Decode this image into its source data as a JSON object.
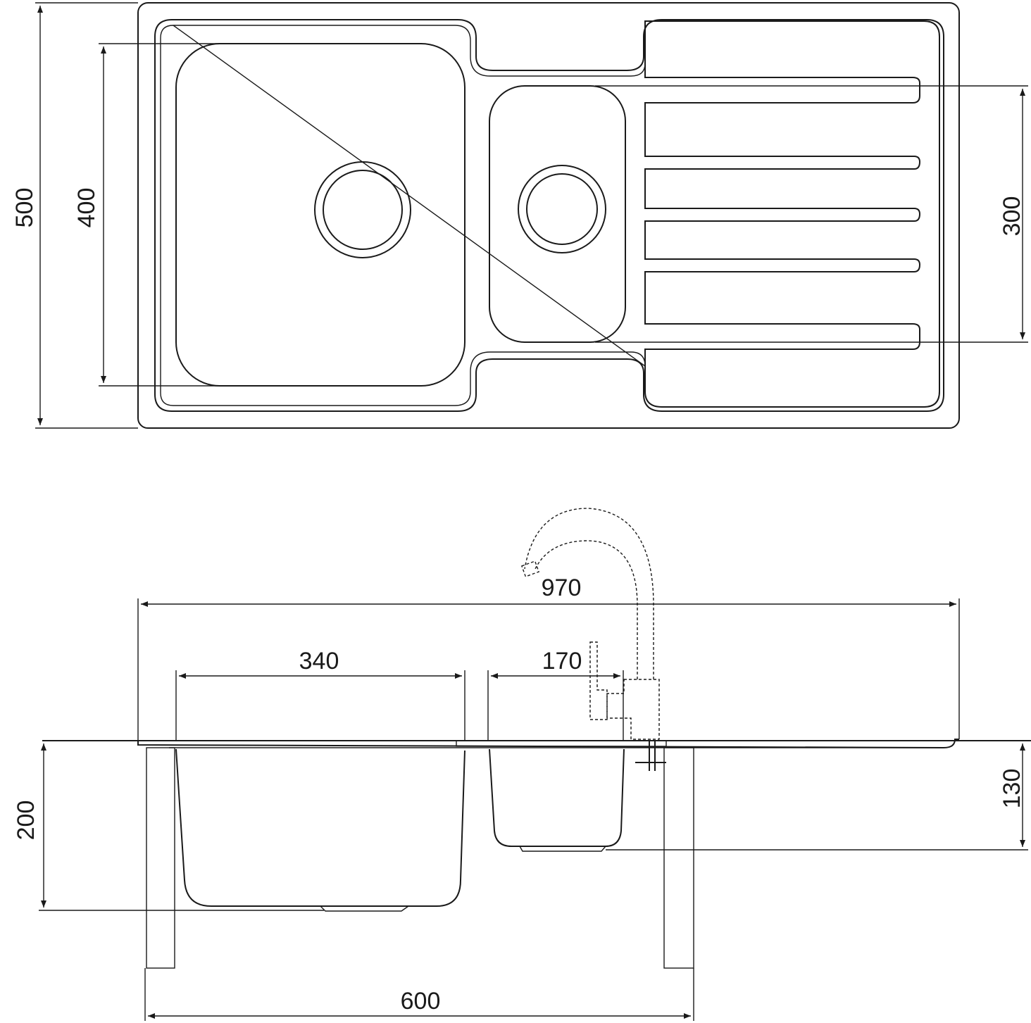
{
  "top_view": {
    "dimensions": {
      "overall_depth": "500",
      "main_bowl_depth": "400",
      "small_bowl_depth": "300"
    }
  },
  "front_view": {
    "dimensions": {
      "overall_width": "970",
      "main_bowl_width": "340",
      "small_bowl_width": "170",
      "main_bowl_height": "200",
      "small_bowl_height": "130",
      "cabinet_width": "600"
    }
  }
}
